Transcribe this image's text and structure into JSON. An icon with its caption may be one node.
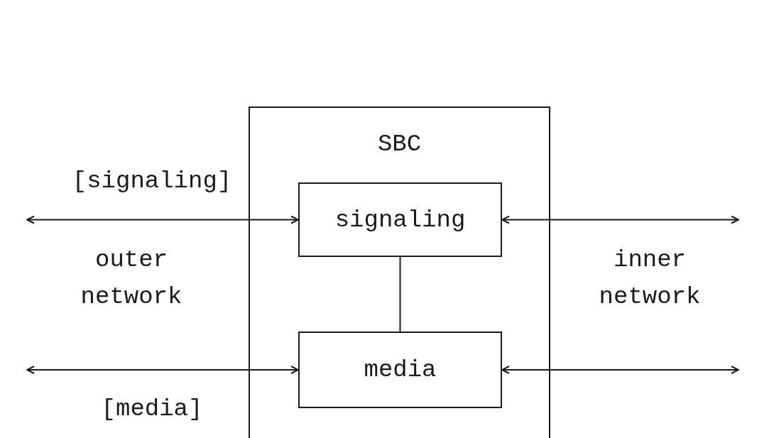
{
  "diagram": {
    "nodes": [
      {
        "text": [
          "SBC"
        ]
      },
      {
        "text": [
          "signaling"
        ],
        "in": 0
      },
      {
        "text": [
          "media"
        ],
        "in": 0
      }
    ],
    "edges": [
      {
        "from": null,
        "to": 1,
        "arrow": "both",
        "label": "[signaling]"
      },
      {
        "from": 1,
        "to": null,
        "arrow": "both"
      },
      {
        "from": 1,
        "to": 2,
        "arrow": "none"
      },
      {
        "from": null,
        "to": 2,
        "arrow": "both",
        "label": "[media]"
      },
      {
        "from": 2,
        "to": null,
        "arrow": "both"
      }
    ],
    "labels": [
      "outer network",
      "inner network"
    ]
  }
}
